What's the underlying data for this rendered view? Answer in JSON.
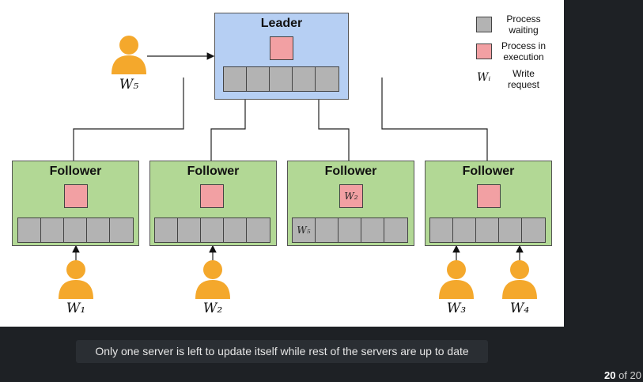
{
  "leader": {
    "title": "Leader"
  },
  "followers": [
    {
      "title": "Follower",
      "exec_label": "",
      "queue": [
        "",
        "",
        "",
        "",
        ""
      ]
    },
    {
      "title": "Follower",
      "exec_label": "",
      "queue": [
        "",
        "",
        "",
        "",
        ""
      ]
    },
    {
      "title": "Follower",
      "exec_label": "W₂",
      "queue": [
        "W₅",
        "",
        "",
        "",
        ""
      ]
    },
    {
      "title": "Follower",
      "exec_label": "",
      "queue": [
        "",
        "",
        "",
        "",
        ""
      ]
    }
  ],
  "users": [
    {
      "label": "W₅"
    },
    {
      "label": "W₁"
    },
    {
      "label": "W₂"
    },
    {
      "label": "W₃"
    },
    {
      "label": "W₄"
    }
  ],
  "legend": {
    "waiting": "Process waiting",
    "execution": "Process in execution",
    "write_symbol": "Wᵢ",
    "write": "Write request"
  },
  "colors": {
    "leader": "#b6cff3",
    "follower": "#b2d895",
    "waiting": "#b3b3b3",
    "execution": "#f2a0a3",
    "user": "#f4a82c"
  },
  "caption": "Only one server is left to update itself while rest of the servers are up to date",
  "pager": {
    "current": "20",
    "of_text": "of 20"
  }
}
